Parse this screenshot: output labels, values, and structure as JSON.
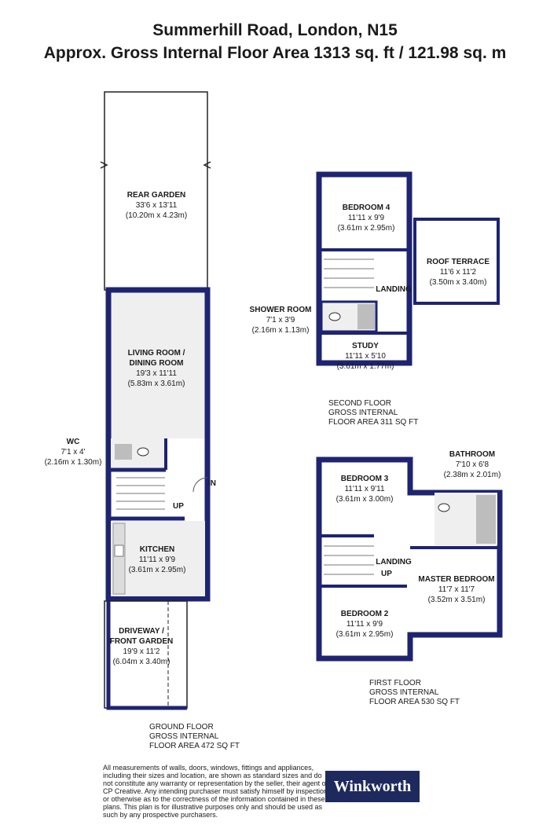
{
  "header": {
    "title": "Summerhill Road, London, N15",
    "subtitle": "Approx. Gross Internal Floor Area 1313 sq. ft / 121.98 sq. m"
  },
  "colors": {
    "wall": "#1e2470",
    "floor": "#efefef",
    "fixture": "#bdbdbd"
  },
  "ground_floor": {
    "label": [
      "GROUND FLOOR",
      "GROSS INTERNAL",
      "FLOOR AREA 472 SQ FT"
    ],
    "rooms": {
      "rear_garden": {
        "name": "REAR GARDEN",
        "size_imperial": "33'6 x 13'11",
        "size_metric": "(10.20m x 4.23m)"
      },
      "living_dining": {
        "name1": "LIVING ROOM /",
        "name2": "DINING ROOM",
        "size_imperial": "19'3 x 11'11",
        "size_metric": "(5.83m x 3.61m)"
      },
      "wc": {
        "name": "WC",
        "size_imperial": "7'1 x 4'",
        "size_metric": "(2.16m x 1.30m)"
      },
      "kitchen": {
        "name": "KITCHEN",
        "size_imperial": "11'11 x 9'9",
        "size_metric": "(3.61m x 2.95m)"
      },
      "driveway": {
        "name1": "DRIVEWAY /",
        "name2": "FRONT GARDEN",
        "size_imperial": "19'9 x 11'2",
        "size_metric": "(6.04m x 3.40m)"
      }
    },
    "markers": {
      "up": "UP",
      "in": "IN"
    }
  },
  "second_floor": {
    "label": [
      "SECOND FLOOR",
      "GROSS INTERNAL",
      "FLOOR AREA 311 SQ FT"
    ],
    "rooms": {
      "bedroom4": {
        "name": "BEDROOM 4",
        "size_imperial": "11'11 x 9'9",
        "size_metric": "(3.61m x 2.95m)"
      },
      "roof_terrace": {
        "name": "ROOF TERRACE",
        "size_imperial": "11'6 x 11'2",
        "size_metric": "(3.50m x 3.40m)"
      },
      "landing": {
        "name": "LANDING"
      },
      "shower_room": {
        "name": "SHOWER ROOM",
        "size_imperial": "7'1 x 3'9",
        "size_metric": "(2.16m x 1.13m)"
      },
      "study": {
        "name": "STUDY",
        "size_imperial": "11'11 x 5'10",
        "size_metric": "(3.61m x 1.77m)"
      }
    }
  },
  "first_floor": {
    "label": [
      "FIRST FLOOR",
      "GROSS INTERNAL",
      "FLOOR AREA 530 SQ FT"
    ],
    "rooms": {
      "bedroom3": {
        "name": "BEDROOM 3",
        "size_imperial": "11'11 x 9'11",
        "size_metric": "(3.61m x 3.00m)"
      },
      "bathroom": {
        "name": "BATHROOM",
        "size_imperial": "7'10 x 6'8",
        "size_metric": "(2.38m x 2.01m)"
      },
      "landing": {
        "name": "LANDING"
      },
      "master_bedroom": {
        "name": "MASTER BEDROOM",
        "size_imperial": "11'7 x 11'7",
        "size_metric": "(3.52m x 3.51m)"
      },
      "bedroom2": {
        "name": "BEDROOM 2",
        "size_imperial": "11'11 x 9'9",
        "size_metric": "(3.61m x 2.95m)"
      }
    },
    "markers": {
      "up": "UP"
    }
  },
  "footer": {
    "disclaimer": "All measurements of walls, doors, windows, fittings and appliances, including their sizes and location, are shown as standard sizes and do not constitute any warranty or representation by the seller, their agent or CP Creative. Any intending purchaser must satisfy himself by inspection or otherwise as to the correctness of the information contained in these plans. This plan is for illustrative purposes only and should be used as such by any prospective purchasers.",
    "logo_text": "Winkworth"
  }
}
